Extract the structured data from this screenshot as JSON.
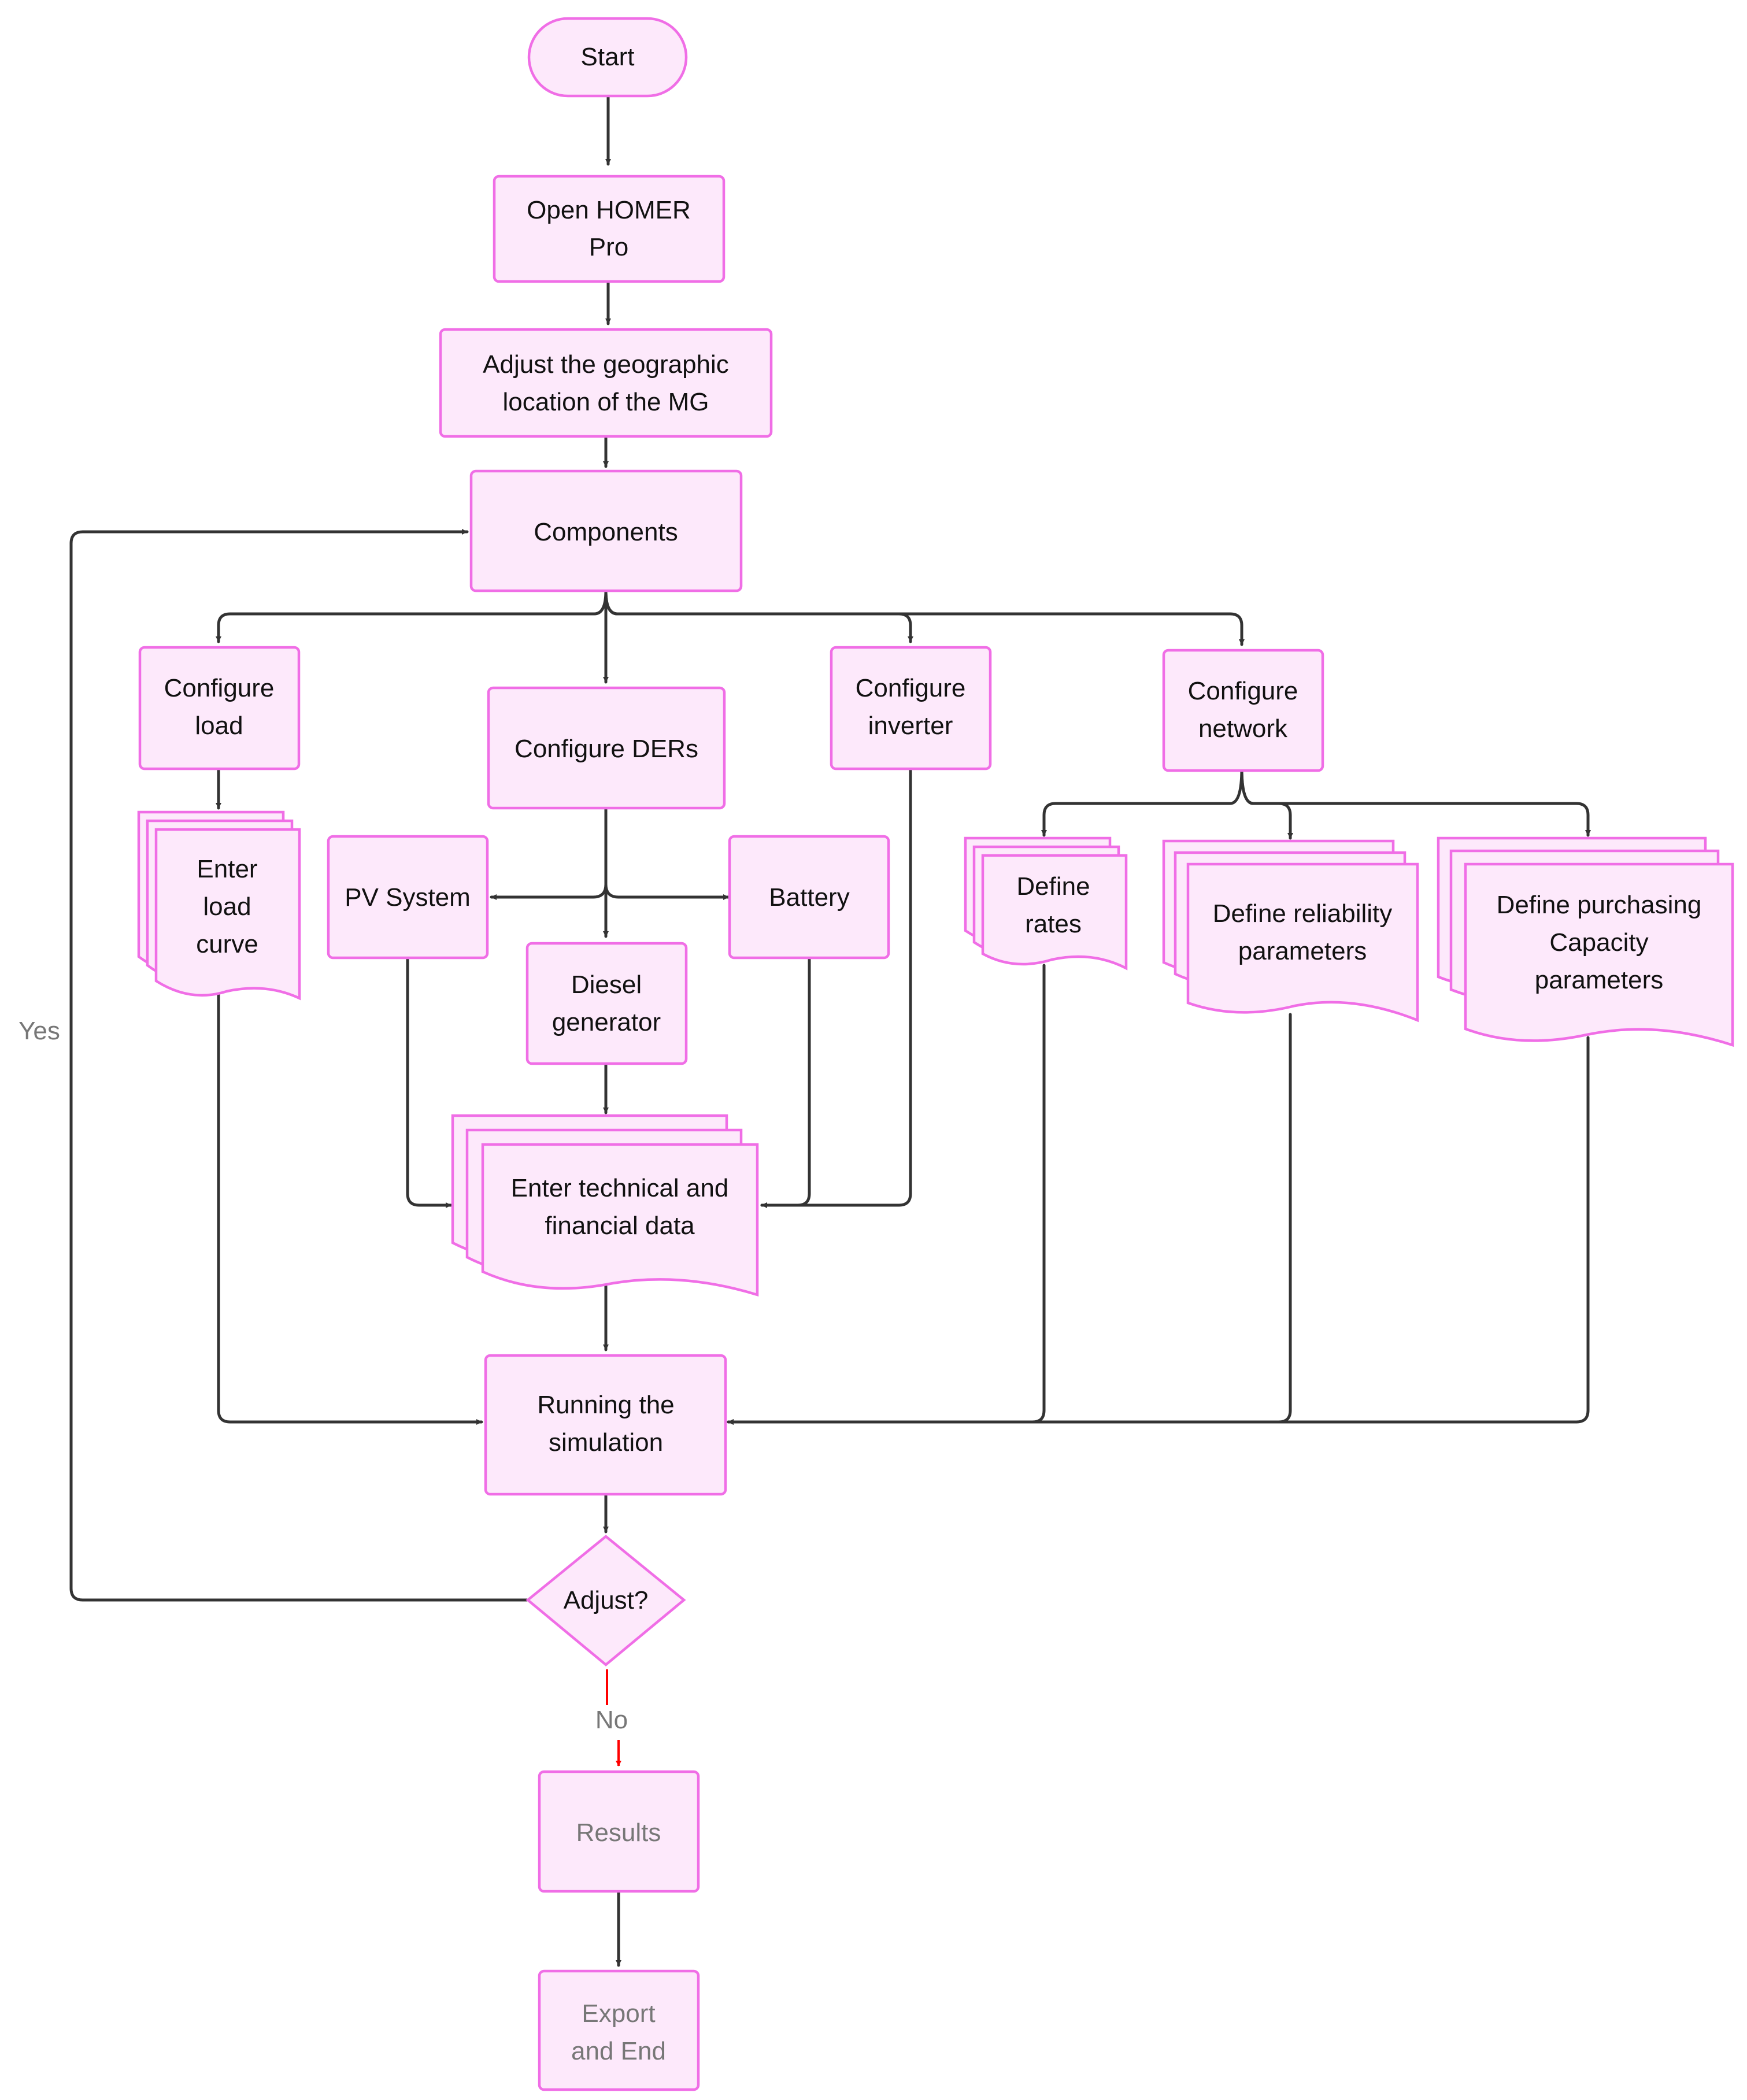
{
  "nodes": {
    "start": "Start",
    "open_homer": [
      "Open HOMER",
      "Pro"
    ],
    "adjust_location": [
      "Adjust the geographic",
      "location of the MG"
    ],
    "components": "Components",
    "configure_load": [
      "Configure",
      "load"
    ],
    "configure_ders": "Configure DERs",
    "configure_inverter": [
      "Configure",
      "inverter"
    ],
    "configure_network": [
      "Configure",
      "network"
    ],
    "enter_load_curve": [
      "Enter",
      "load",
      "curve"
    ],
    "pv_system": "PV System",
    "battery": "Battery",
    "diesel_generator": [
      "Diesel",
      "generator"
    ],
    "define_rates": [
      "Define",
      "rates"
    ],
    "define_reliability": [
      "Define reliability",
      "parameters"
    ],
    "define_purchasing": [
      "Define purchasing",
      "Capacity",
      "parameters"
    ],
    "enter_tech_fin": [
      "Enter technical and",
      "financial data"
    ],
    "running_simulation": [
      "Running the",
      "simulation"
    ],
    "adjust_decision": "Adjust?",
    "results": "Results",
    "export_end": [
      "Export",
      "and End"
    ]
  },
  "edge_labels": {
    "yes": "Yes",
    "no": "No"
  },
  "colors": {
    "node_fill": "#fde9fb",
    "node_stroke": "#f06ee6",
    "edge": "#333333",
    "no_edge": "#ff0000"
  }
}
